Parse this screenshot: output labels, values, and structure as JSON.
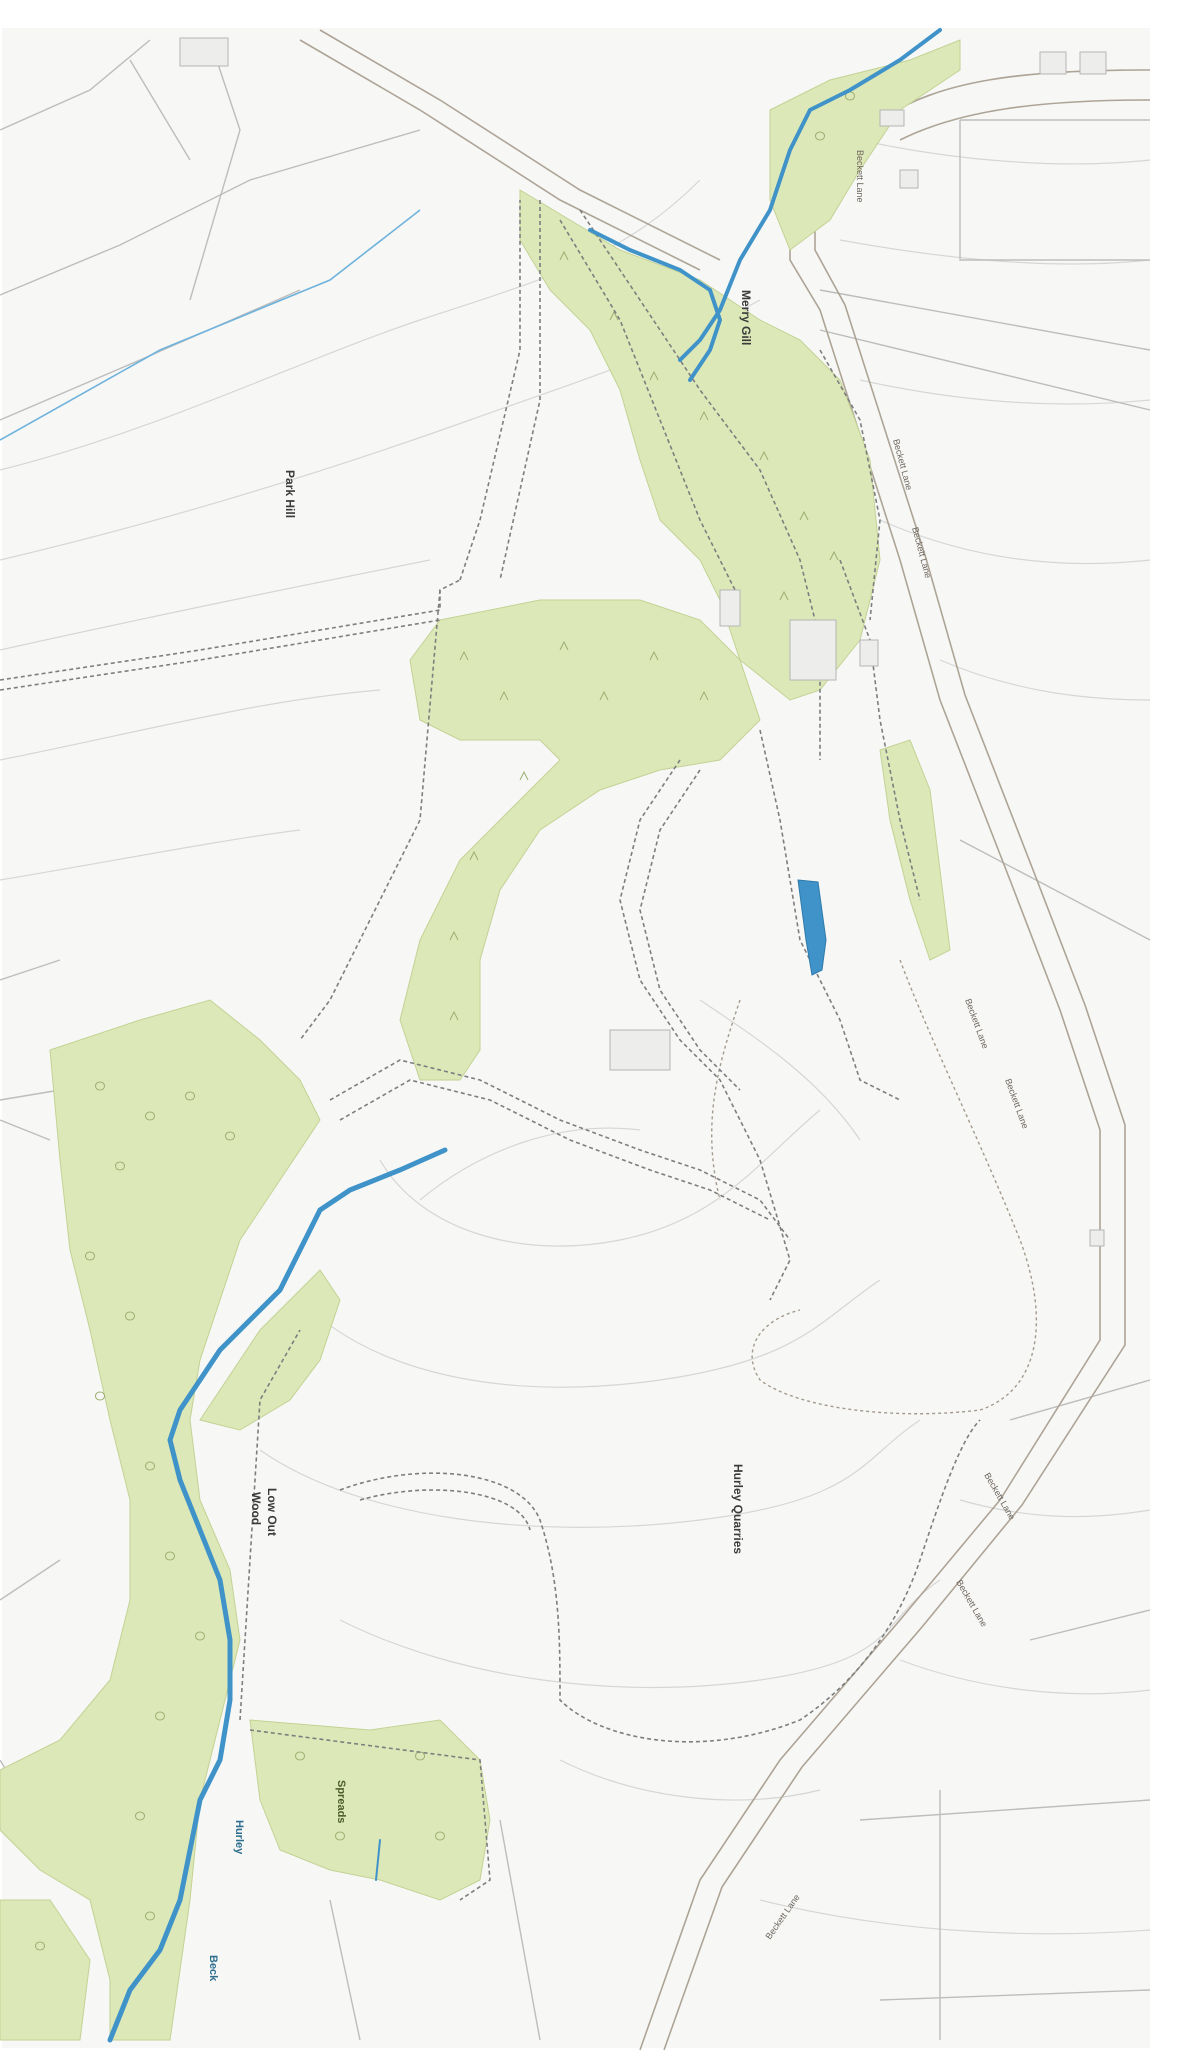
{
  "labels": {
    "park_hill": "Park Hill",
    "merry_gill": "Merry Gill",
    "low_out_wood_1": "Low Out",
    "low_out_wood_2": "Wood",
    "hurley_quarries": "Hurley Quarries",
    "spreads": "Spreads",
    "hurley_beck_1": "Hurley",
    "hurley_beck_2": "Beck"
  },
  "roads": {
    "r1": "Beckett Lane",
    "r2": "Beckett Lane",
    "r3": "Beckett Lane",
    "r4": "Beckett Lane",
    "r5": "Beckett Lane",
    "r6": "Beckett Lane",
    "r7": "Beckett Lane",
    "r8": "Beckett Lane"
  },
  "colors": {
    "woodland": "#dde8b8",
    "water": "#3f93c8",
    "path": "#7a7a7a",
    "boundary": "#b9b9b9",
    "contour": "#d2d2d2",
    "road": "#a79e90"
  }
}
